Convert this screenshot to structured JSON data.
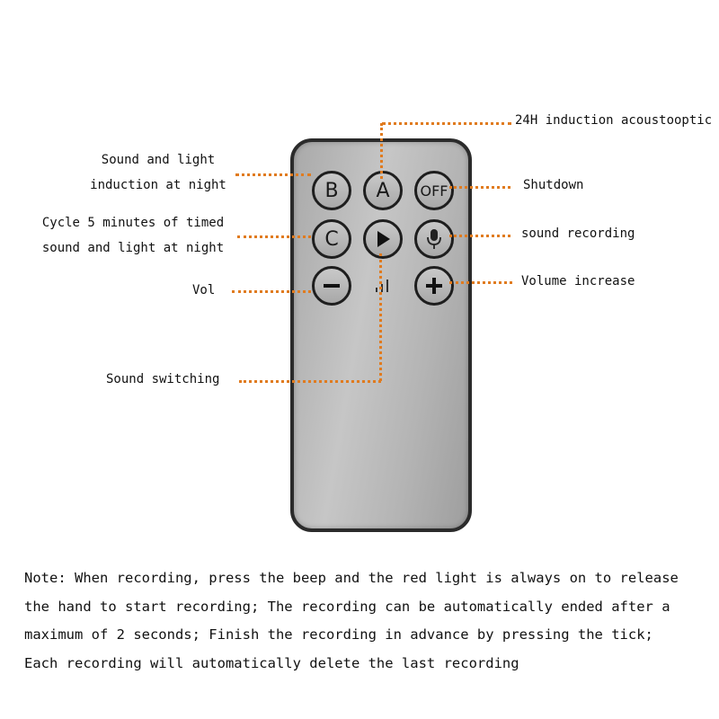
{
  "labels": {
    "induction_24h": "24H induction acoustooptic",
    "sound_light_line1": "Sound and light",
    "sound_light_line2": "induction at night",
    "shutdown": "Shutdown",
    "cycle_line1": "Cycle 5 minutes of timed",
    "cycle_line2": "sound and light at night",
    "sound_recording": "sound recording",
    "vol": "Vol",
    "volume_increase": "Volume increase",
    "sound_switching": "Sound switching"
  },
  "buttons": {
    "b": "B",
    "a": "A",
    "off": "OFF",
    "c": "C",
    "play_icon": "play-icon",
    "mic_icon": "microphone-icon",
    "minus_icon": "minus-icon",
    "plus_icon": "plus-icon",
    "signal_icon": "signal-bars-icon"
  },
  "note": {
    "line1": "Note: When recording, press the beep and the red light is always on to release",
    "line2": "the hand to start recording; The recording can be automatically ended after a",
    "line3": "maximum of 2 seconds; Finish the recording in advance by pressing the tick;",
    "line4": "Each recording will automatically delete the last recording"
  },
  "colors": {
    "leader": "#e07b1f",
    "remote_border": "#2b2b2b",
    "remote_body": "#b4b4b4"
  }
}
